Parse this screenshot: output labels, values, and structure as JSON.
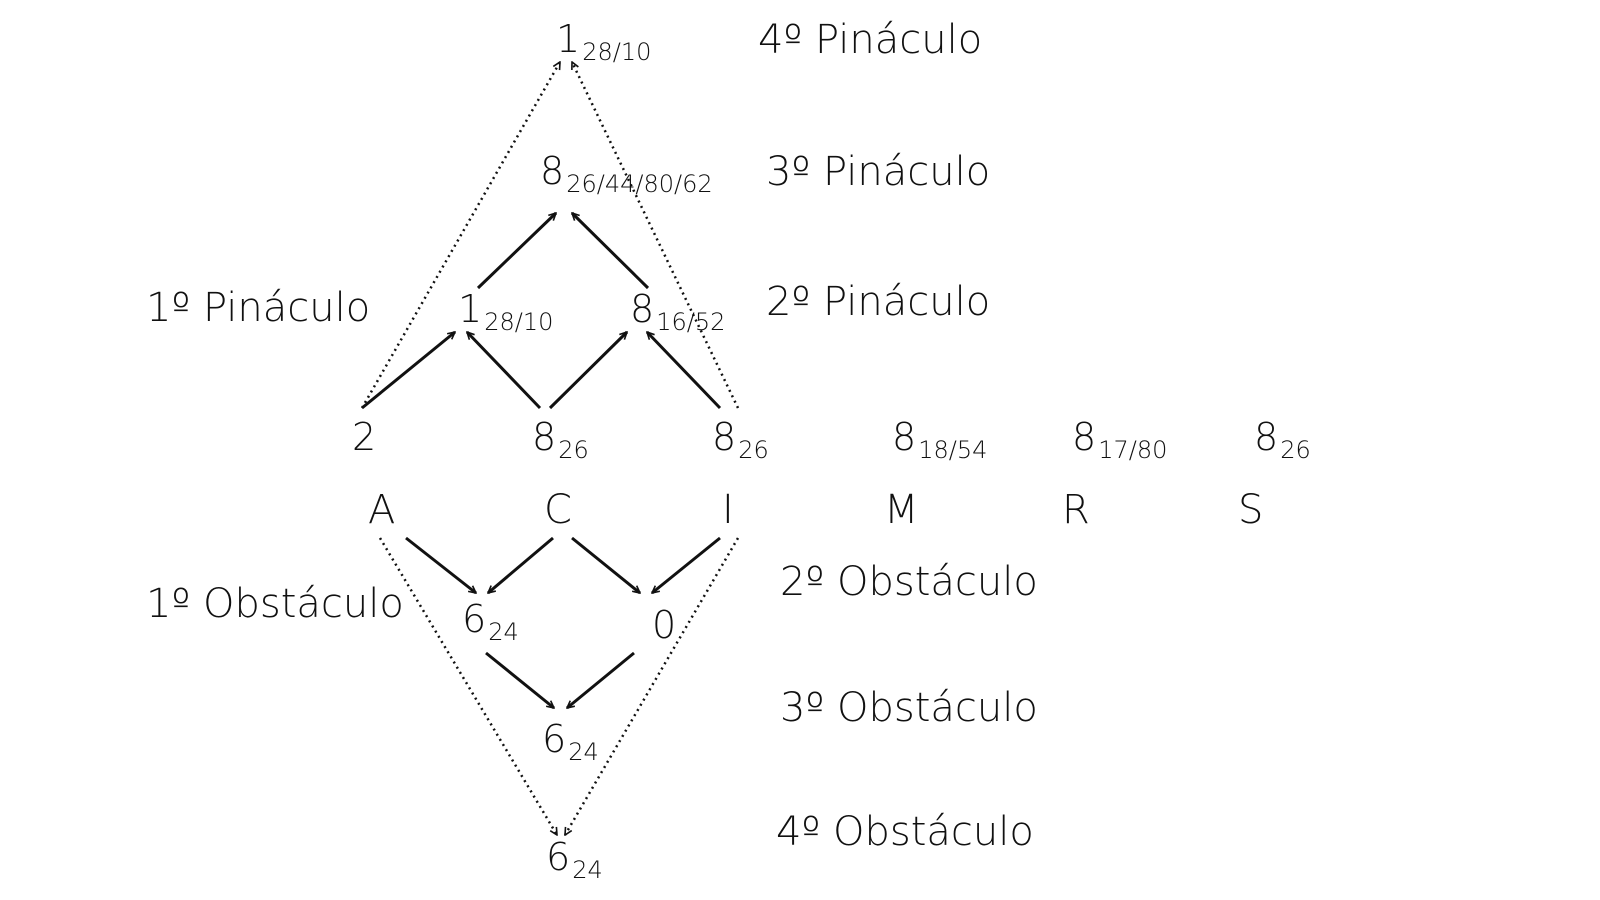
{
  "labels": {
    "pinaculo_1": "1º Pináculo",
    "pinaculo_2": "2º Pináculo",
    "pinaculo_3": "3º Pináculo",
    "pinaculo_4": "4º Pináculo",
    "obstaculo_1": "1º Obstáculo",
    "obstaculo_2": "2º Obstáculo",
    "obstaculo_3": "3º Obstáculo",
    "obstaculo_4": "4º Obstáculo"
  },
  "letters": [
    "A",
    "C",
    "I",
    "M",
    "R",
    "S"
  ],
  "base": [
    {
      "main": "2",
      "sub": ""
    },
    {
      "main": "8",
      "sub": "26"
    },
    {
      "main": "8",
      "sub": "26"
    },
    {
      "main": "8",
      "sub": "18/54"
    },
    {
      "main": "8",
      "sub": "17/80"
    },
    {
      "main": "8",
      "sub": "26"
    }
  ],
  "pinaculos": {
    "p1": {
      "main": "1",
      "sub": "28/10"
    },
    "p2": {
      "main": "8",
      "sub": "16/52"
    },
    "p3": {
      "main": "8",
      "sub": "26/44/80/62"
    },
    "p4": {
      "main": "1",
      "sub": "28/10"
    }
  },
  "obstaculos": {
    "o1": {
      "main": "6",
      "sub": "24"
    },
    "o2": {
      "main": "0",
      "sub": ""
    },
    "o3": {
      "main": "6",
      "sub": "24"
    },
    "o4": {
      "main": "6",
      "sub": "24"
    }
  }
}
